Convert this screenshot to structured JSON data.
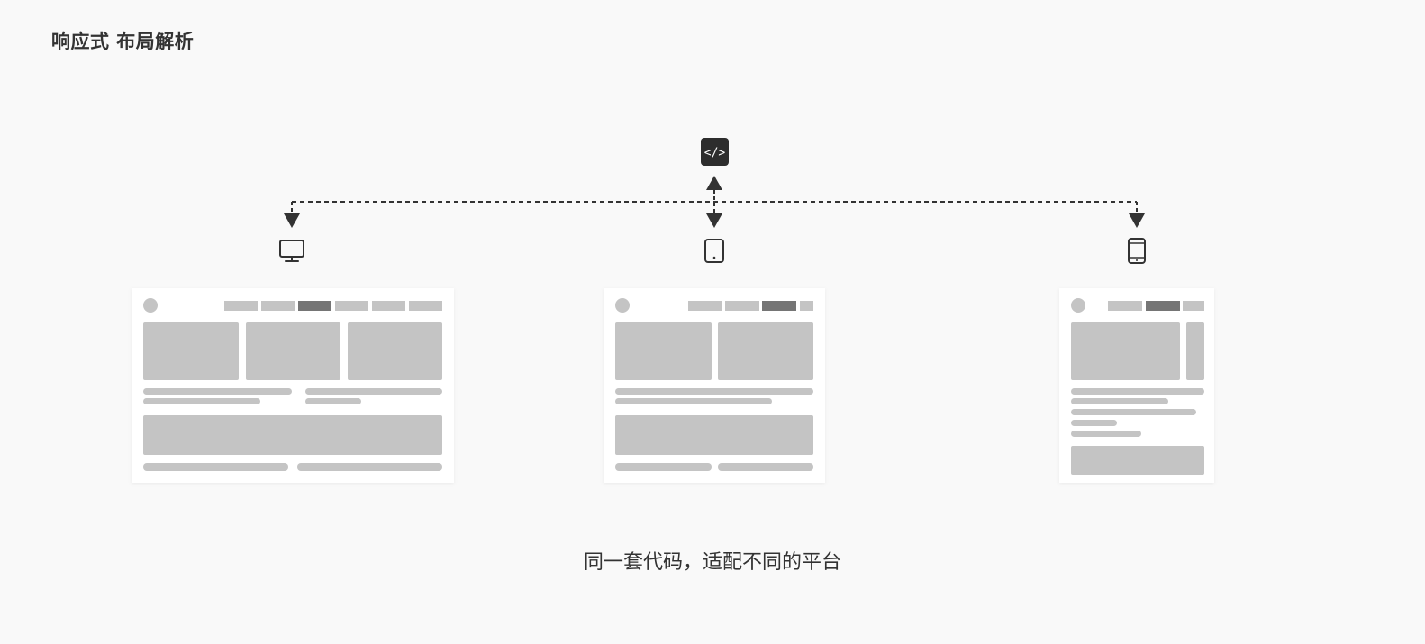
{
  "title": "响应式 布局解析",
  "caption": "同一套代码，适配不同的平台",
  "source": {
    "icon": "code-icon",
    "symbol": "</>"
  },
  "devices": [
    {
      "name": "desktop",
      "icon": "desktop-monitor-icon",
      "nav_items": 6,
      "active_nav_index": 2
    },
    {
      "name": "tablet",
      "icon": "tablet-icon",
      "nav_items": 4,
      "active_nav_index": 2
    },
    {
      "name": "mobile",
      "icon": "mobile-phone-icon",
      "nav_items": 3,
      "active_nav_index": 1
    }
  ],
  "colors": {
    "background": "#f9f9f9",
    "ink": "#333333",
    "card": "#ffffff",
    "placeholder": "#c4c4c4",
    "nav_active": "#757575"
  }
}
